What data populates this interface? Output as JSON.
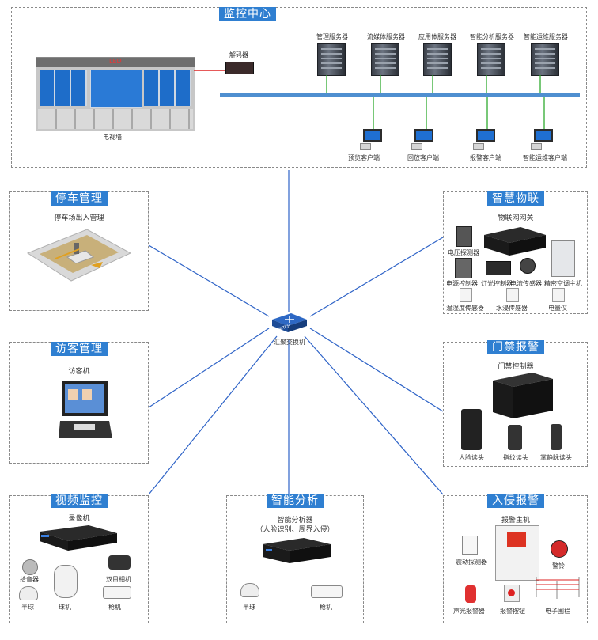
{
  "center": {
    "title": "监控中心",
    "decoder": "解码器",
    "video_wall": "电视墙",
    "wall_sign": "LED",
    "servers": [
      "管理服务器",
      "流媒体服务器",
      "应用体服务器",
      "智能分析服务器",
      "智能运维服务器"
    ],
    "clients": [
      "预览客户端",
      "回放客户端",
      "报警客户端",
      "智能运维客户端"
    ]
  },
  "switch": {
    "label": "汇聚交换机",
    "device_text": "SWITCH"
  },
  "parking": {
    "title": "停车管理",
    "subtitle": "停车场出入管理"
  },
  "iot": {
    "title": "智慧物联",
    "subtitle": "物联网网关",
    "devices": [
      "电压探测器",
      "电源控制器",
      "灯光控制器",
      "电流传感器",
      "精密空调主机",
      "温湿度传感器",
      "水浸传感器",
      "电量仪"
    ]
  },
  "visitor": {
    "title": "访客管理",
    "subtitle": "访客机"
  },
  "access": {
    "title": "门禁报警",
    "subtitle": "门禁控制器",
    "devices": [
      "人脸读头",
      "指纹读头",
      "掌静脉读头"
    ]
  },
  "video": {
    "title": "视频监控",
    "subtitle": "录像机",
    "devices": [
      "拾音器",
      "双目相机",
      "半球",
      "球机",
      "枪机"
    ]
  },
  "analysis": {
    "title": "智能分析",
    "subtitle_1": "智能分析器",
    "subtitle_2": "（人脸识别、周界入侵）",
    "devices": [
      "半球",
      "枪机"
    ]
  },
  "intrusion": {
    "title": "入侵报警",
    "subtitle": "报警主机",
    "devices": [
      "震动探测器",
      "警铃",
      "声光报警器",
      "报警按钮",
      "电子围栏"
    ]
  },
  "colors": {
    "accent": "#2f7fd1",
    "bus": "#4f8fd0",
    "link": "#2e63c7"
  }
}
